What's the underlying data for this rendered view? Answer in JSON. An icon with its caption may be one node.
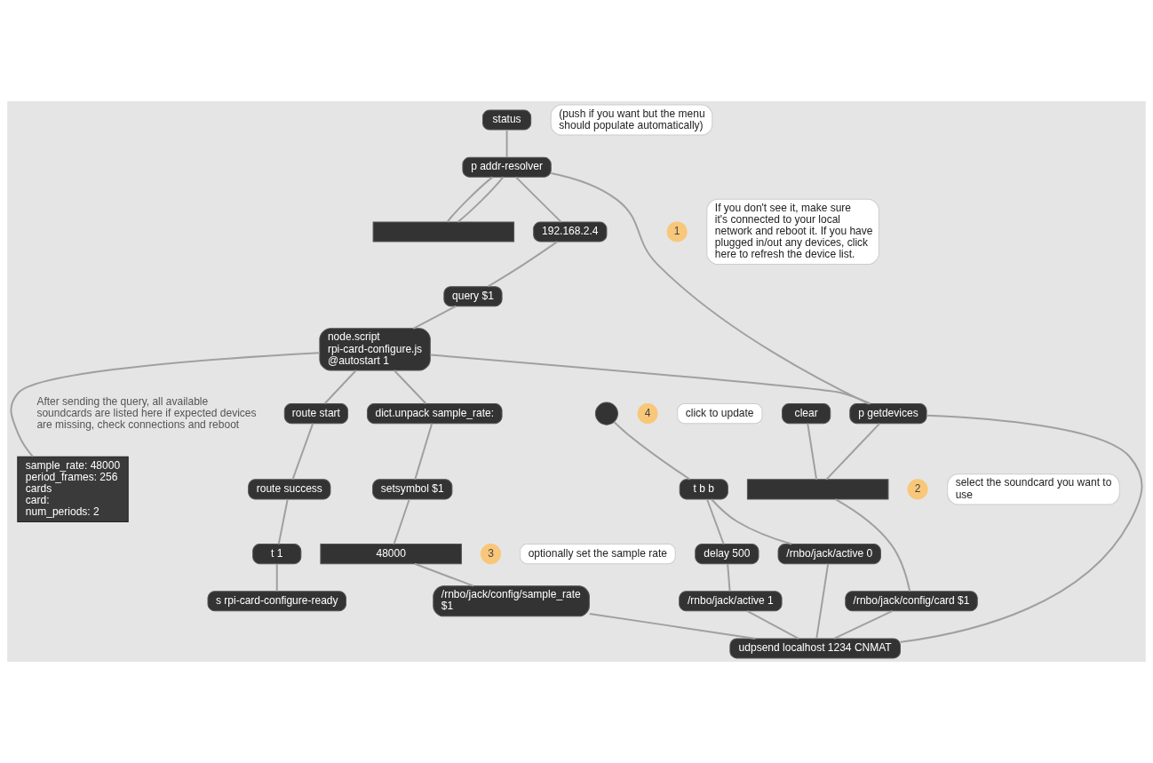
{
  "diagram": {
    "nodes": [
      {
        "text": [
          "status"
        ]
      },
      {
        "text": [
          "(push if you want but the menu should populate automatically)"
        ]
      },
      {
        "text": [
          "p addr-resolver"
        ]
      },
      {
        "text": [],
        "shape": "box"
      },
      {
        "text": [
          "1"
        ]
      },
      {
        "text": [
          "If you don't see it, make sure it's connected to your local network and reboot it. If you have plugged in/out any devices, click here to refresh the device list."
        ]
      },
      {
        "text": [
          "192.168.2.4"
        ]
      },
      {
        "text": [
          "query $1"
        ]
      },
      {
        "text": [
          "node.script rpi-card-configure.js @autostart 1"
        ]
      },
      {
        "text": [
          "sample_rate: 48000",
          "period_frames: 256",
          "cards",
          "card:",
          "num_periods: 2"
        ]
      },
      {
        "text": [
          "p getdevices"
        ]
      },
      {
        "text": [
          "route start"
        ]
      },
      {
        "text": [
          "route success"
        ]
      },
      {
        "text": [
          "t 1"
        ]
      },
      {
        "text": [
          "s rpi-card-configure-ready"
        ]
      },
      {
        "text": [
          "clear"
        ]
      },
      {
        "text": [],
        "shape": "box"
      },
      {
        "text": [
          "2"
        ]
      },
      {
        "text": [
          "select the soundcard you want to use"
        ]
      },
      {
        "text": [
          "/rnbo/jack/config/card $1"
        ]
      },
      {
        "text": [
          "dict.unpack sample_rate:"
        ]
      },
      {
        "text": [
          "setsymbol $1"
        ]
      },
      {
        "text": [
          "48000"
        ]
      },
      {
        "text": [
          "3"
        ]
      },
      {
        "text": [
          "optionally set the sample rate"
        ]
      },
      {
        "text": [
          "/rnbo/jack/config/sample_rate $1"
        ]
      },
      {
        "text": [
          "4"
        ]
      },
      {
        "text": [],
        "shape": "circle"
      },
      {
        "text": [
          "click to update"
        ]
      },
      {
        "text": [
          "t b b"
        ]
      },
      {
        "text": [
          "/rnbo/jack/active 0"
        ]
      },
      {
        "text": [
          "delay 500"
        ]
      },
      {
        "text": [
          "/rnbo/jack/active 1"
        ]
      },
      {
        "text": [
          "udpsend localhost 1234 CNMAT"
        ]
      }
    ],
    "edges": [
      {
        "from": 0,
        "to": 2,
        "arrow": "none"
      },
      {
        "from": 3,
        "to": 2,
        "arrow": "none"
      },
      {
        "from": 2,
        "to": 3,
        "arrow": "none"
      },
      {
        "from": 2,
        "to": 6,
        "arrow": "none"
      },
      {
        "from": 2,
        "to": 10,
        "arrow": "none"
      },
      {
        "from": 6,
        "to": 7,
        "arrow": "none"
      },
      {
        "from": 7,
        "to": 8,
        "arrow": "none"
      },
      {
        "from": 8,
        "to": 9,
        "arrow": "none"
      },
      {
        "from": 8,
        "to": 10,
        "arrow": "none"
      },
      {
        "from": 8,
        "to": 20,
        "arrow": "none"
      },
      {
        "from": 8,
        "to": 11,
        "arrow": "none"
      },
      {
        "from": 11,
        "to": 12,
        "arrow": "none"
      },
      {
        "from": 12,
        "to": 13,
        "arrow": "none"
      },
      {
        "from": 13,
        "to": 14,
        "arrow": "none"
      },
      {
        "from": 10,
        "to": 33,
        "arrow": "none"
      },
      {
        "from": 10,
        "to": 16,
        "arrow": "none"
      },
      {
        "from": 15,
        "to": 16,
        "arrow": "none"
      },
      {
        "from": 16,
        "to": 19,
        "arrow": "none"
      },
      {
        "from": 19,
        "to": 33,
        "arrow": "none"
      },
      {
        "from": 20,
        "to": 21,
        "arrow": "none"
      },
      {
        "from": 21,
        "to": 22,
        "arrow": "none"
      },
      {
        "from": 22,
        "to": 25,
        "arrow": "none"
      },
      {
        "from": 25,
        "to": 33,
        "arrow": "none"
      },
      {
        "from": 27,
        "to": 29,
        "arrow": "none"
      },
      {
        "from": 29,
        "to": 31,
        "arrow": "none"
      },
      {
        "from": 29,
        "to": 30,
        "arrow": "none"
      },
      {
        "from": 31,
        "to": 32,
        "arrow": "none"
      },
      {
        "from": 32,
        "to": 33,
        "arrow": "none"
      },
      {
        "from": 30,
        "to": 33,
        "arrow": "none"
      }
    ],
    "labels": [
      "After sending the query, all available soundcards are listed here if expected devices are missing, check connections and reboot"
    ]
  }
}
